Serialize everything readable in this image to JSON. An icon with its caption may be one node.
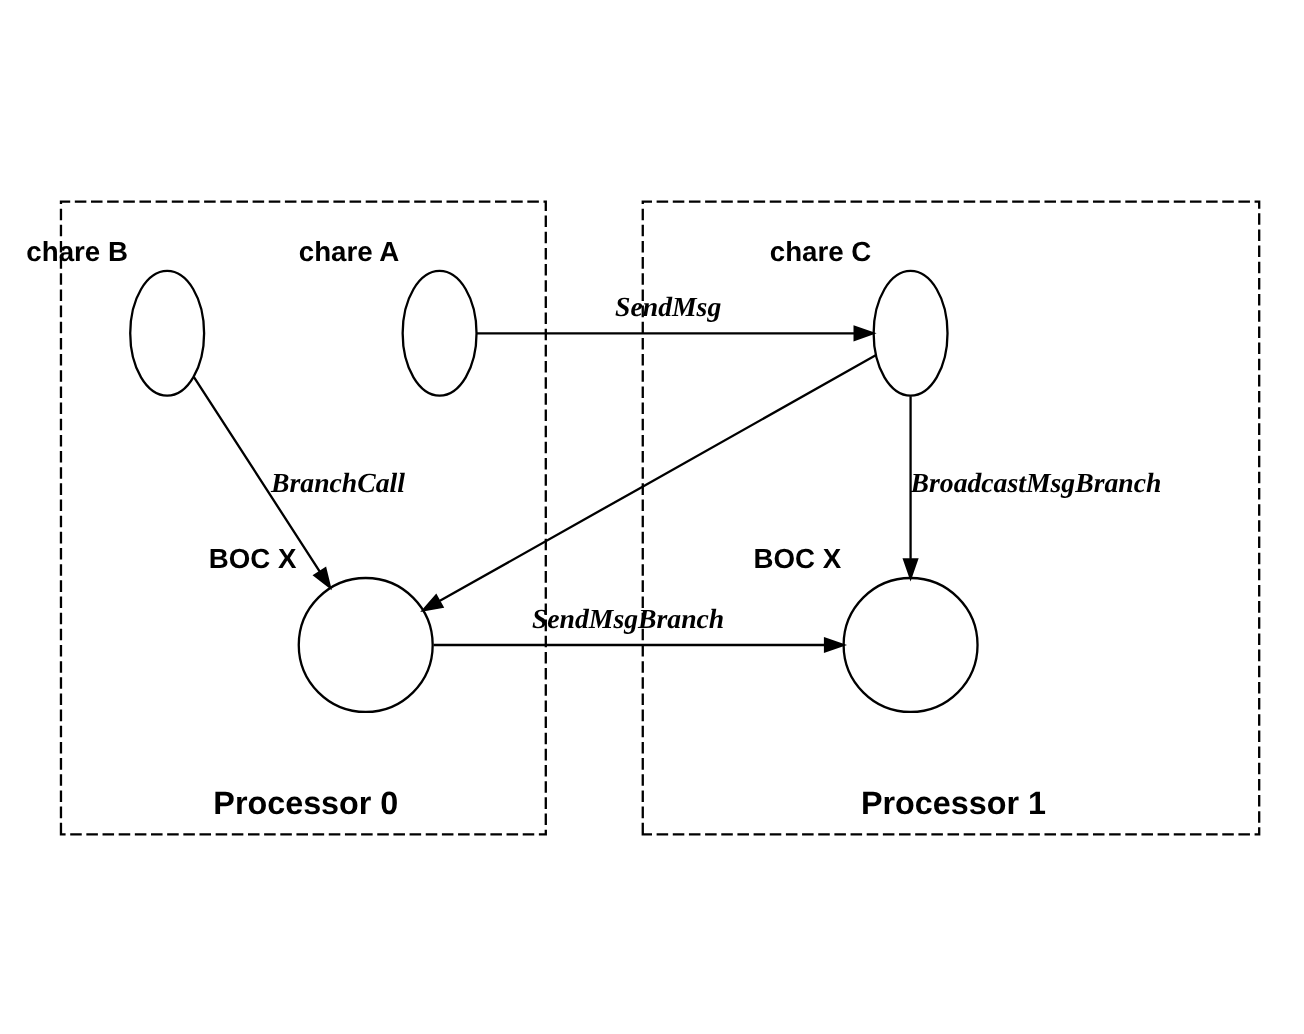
{
  "diagram": {
    "nodes": [
      {
        "text": [
          "Processor 0"
        ]
      },
      {
        "text": [],
        "shape": "ellipse",
        "beside": [
          "chare A"
        ],
        "in": 0
      },
      {
        "text": [],
        "shape": "ellipse",
        "beside": [
          "chare B"
        ],
        "in": 0
      },
      {
        "text": [],
        "shape": "circle",
        "beside": [
          "BOC X"
        ],
        "in": 0
      },
      {
        "text": [
          "Processor 1"
        ]
      },
      {
        "text": [],
        "shape": "ellipse",
        "beside": [
          "chare C"
        ],
        "in": 4
      },
      {
        "text": [],
        "shape": "circle",
        "beside": [
          "BOC X"
        ],
        "in": 4
      }
    ],
    "edges": [
      {
        "from": 1,
        "to": 5,
        "arrow": "to",
        "label": "SendMsg"
      },
      {
        "from": 5,
        "to": 3,
        "arrow": "to"
      },
      {
        "from": 5,
        "to": 6,
        "arrow": "to",
        "label": "BroadcastMsgBranch"
      },
      {
        "from": 2,
        "to": 3,
        "arrow": "to",
        "label": "BranchCall"
      },
      {
        "from": 3,
        "to": 6,
        "arrow": "to",
        "label": "SendMsgBranch"
      }
    ]
  }
}
